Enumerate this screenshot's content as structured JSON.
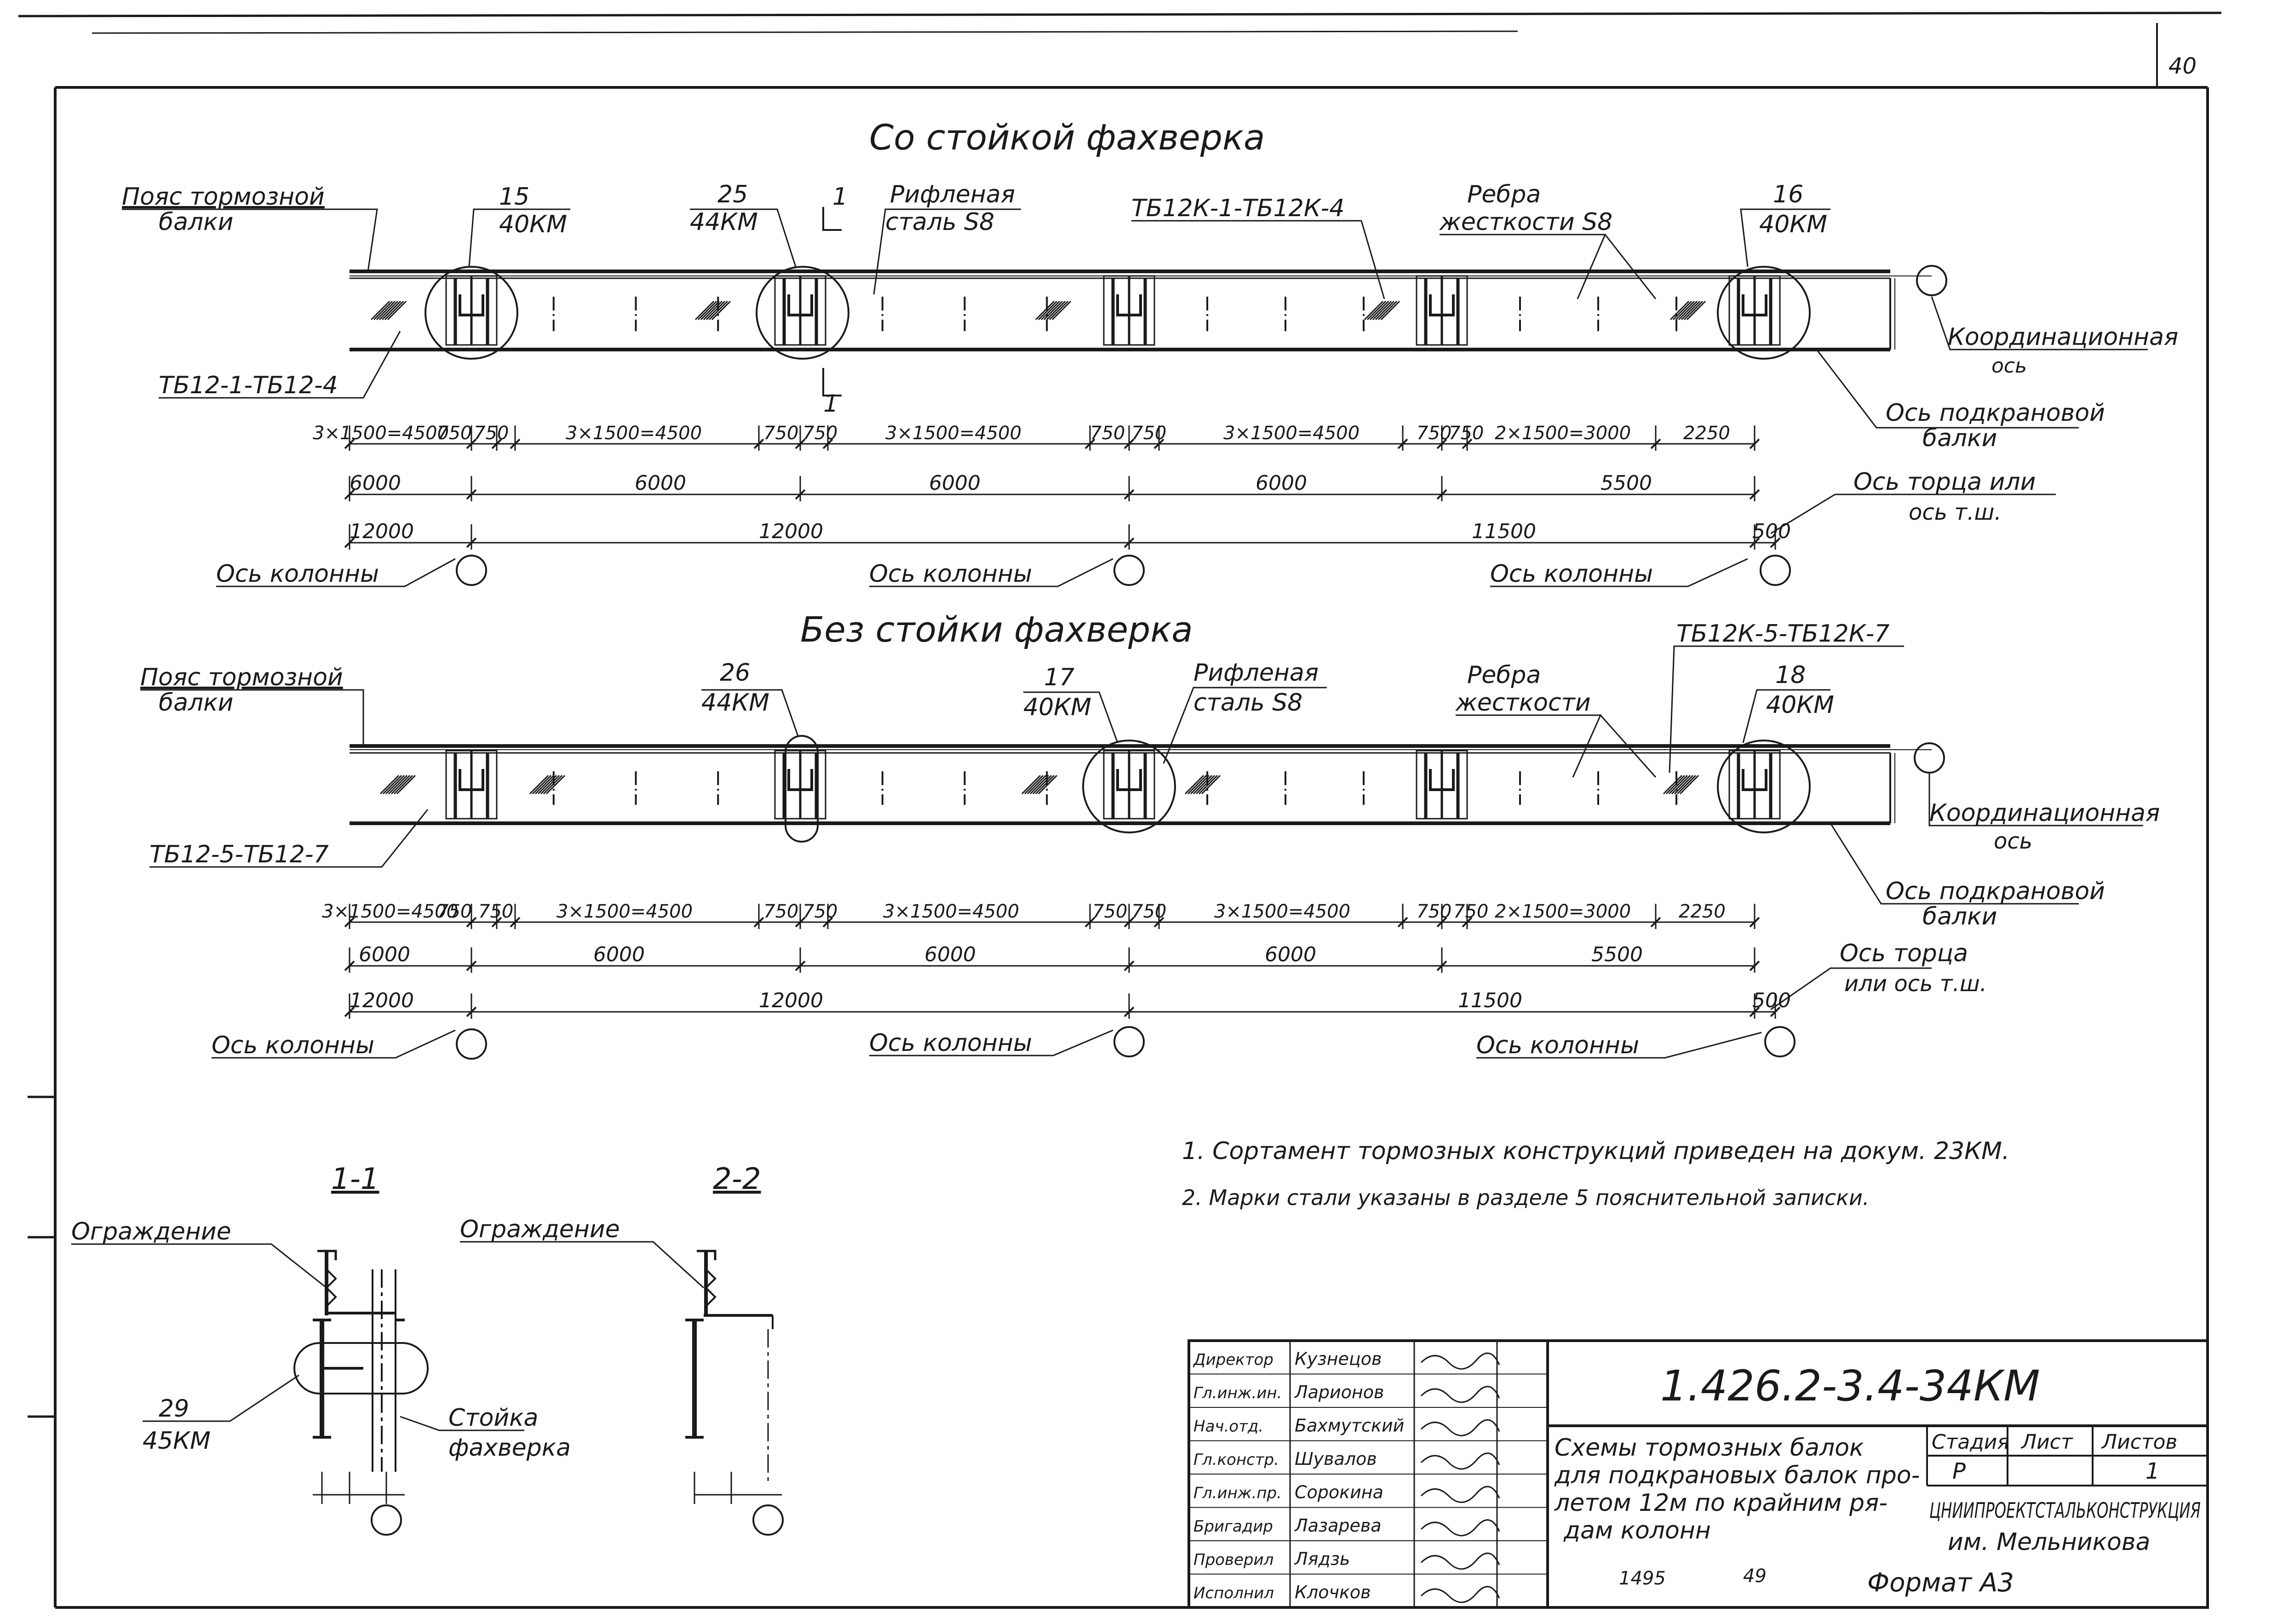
{
  "sheet_corner_number": "40",
  "top_scheme": {
    "title": "Со стойкой фахверка",
    "labels": {
      "belt": [
        "Пояс тормозной",
        "балки"
      ],
      "node1": [
        "15",
        "40КМ"
      ],
      "node2": [
        "25",
        "44КМ"
      ],
      "section1": "1",
      "checkered": [
        "Рифленая",
        "сталь S8"
      ],
      "mark_range": "ТБ12К-1-ТБ12К-4",
      "ribs": [
        "Ребра",
        "жесткости S8"
      ],
      "node3": [
        "16",
        "40КМ"
      ],
      "coord_axis": [
        "Координационная",
        "ось"
      ],
      "crane_axis": [
        "Ось подкрановой",
        "балки"
      ],
      "left_mark": "ТБ12-1-ТБ12-4",
      "end_axis": [
        "Ось торца или",
        "ось т.ш."
      ],
      "column_axis": "Ось колонны"
    },
    "dims_row1": [
      "3×1500=4500",
      "750",
      "750",
      "3×1500=4500",
      "750",
      "750",
      "3×1500=4500",
      "750",
      "750",
      "3×1500=4500",
      "750",
      "750",
      "2×1500=3000",
      "2250"
    ],
    "dims_row2": [
      "6000",
      "6000",
      "6000",
      "6000",
      "5500"
    ],
    "dims_row3": [
      "12000",
      "12000",
      "11500",
      "500"
    ]
  },
  "bottom_scheme": {
    "title": "Без стойки фахверка",
    "labels": {
      "belt": [
        "Пояс тормозной",
        "балки"
      ],
      "node1": [
        "26",
        "44КМ"
      ],
      "node2": [
        "17",
        "40КМ"
      ],
      "checkered": [
        "Рифленая",
        "сталь S8"
      ],
      "ribs": [
        "Ребра",
        "жесткости"
      ],
      "mark_range": "ТБ12К-5-ТБ12К-7",
      "node3": [
        "18",
        "40КМ"
      ],
      "coord_axis": [
        "Координационная",
        "ось"
      ],
      "crane_axis": [
        "Ось подкрановой",
        "балки"
      ],
      "left_mark": "ТБ12-5-ТБ12-7",
      "end_axis": [
        "Ось торца",
        "или ось т.ш."
      ],
      "column_axis": "Ось колонны"
    },
    "dims_row1": [
      "3×1500=4500",
      "750",
      "750",
      "3×1500=4500",
      "750",
      "750",
      "3×1500=4500",
      "750",
      "750",
      "3×1500=4500",
      "750",
      "750",
      "2×1500=3000",
      "2250"
    ],
    "dims_row2": [
      "6000",
      "6000",
      "6000",
      "6000",
      "5500"
    ],
    "dims_row3": [
      "12000",
      "12000",
      "11500",
      "500"
    ]
  },
  "section_1_1": {
    "title": "1-1",
    "fence": "Ограждение",
    "node": [
      "29",
      "45КМ"
    ],
    "post": [
      "Стойка",
      "фахверка"
    ]
  },
  "section_2_2": {
    "title": "2-2",
    "fence": "Ограждение"
  },
  "notes": [
    "1. Сортамент тормозных конструкций приведен на докум. 23КМ.",
    "2. Марки стали указаны в разделе 5 пояснительной записки."
  ],
  "title_block": {
    "code": "1.426.2-3.4-34КМ",
    "description": [
      "Схемы тормозных балок",
      "для подкрановых балок про-",
      "летом 12м по крайним ря-",
      "дам колонн"
    ],
    "stage_header": "Стадия",
    "sheet_header": "Лист",
    "sheets_header": "Листов",
    "stage": "Р",
    "sheet": "",
    "sheets": "1",
    "organization": [
      "ЦНИИПРОЕКТСТАЛЬКОНСТРУКЦИЯ",
      "им. Мельникова"
    ],
    "staff": [
      {
        "role": "Директор",
        "name": "Кузнецов"
      },
      {
        "role": "Гл.инж.ин.",
        "name": "Ларионов"
      },
      {
        "role": "Нач.отд.",
        "name": "Бахмутский"
      },
      {
        "role": "Гл.констр.",
        "name": "Шувалов"
      },
      {
        "role": "Гл.инж.пр.",
        "name": "Сорокина"
      },
      {
        "role": "Бригадир",
        "name": "Лазарева"
      },
      {
        "role": "Проверил",
        "name": "Лядзь"
      },
      {
        "role": "Исполнил",
        "name": "Клочков"
      }
    ],
    "bottom_numbers": [
      "1495",
      "49"
    ],
    "format": "Формат А3"
  }
}
